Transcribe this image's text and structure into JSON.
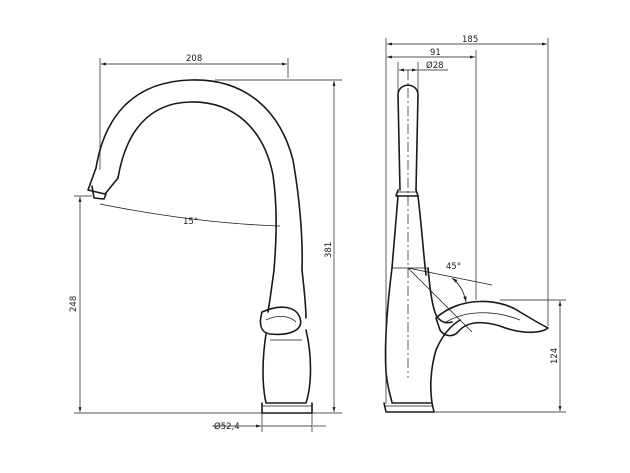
{
  "front_view": {
    "spout_reach": "208",
    "height_to_outlet": "248",
    "total_height": "381",
    "spout_angle": "15°",
    "base_diameter": "Ø52,4"
  },
  "side_view": {
    "total_depth": "185",
    "spout_depth": "91",
    "spout_diameter": "Ø28",
    "lever_angle": "45°",
    "lever_height": "124"
  }
}
